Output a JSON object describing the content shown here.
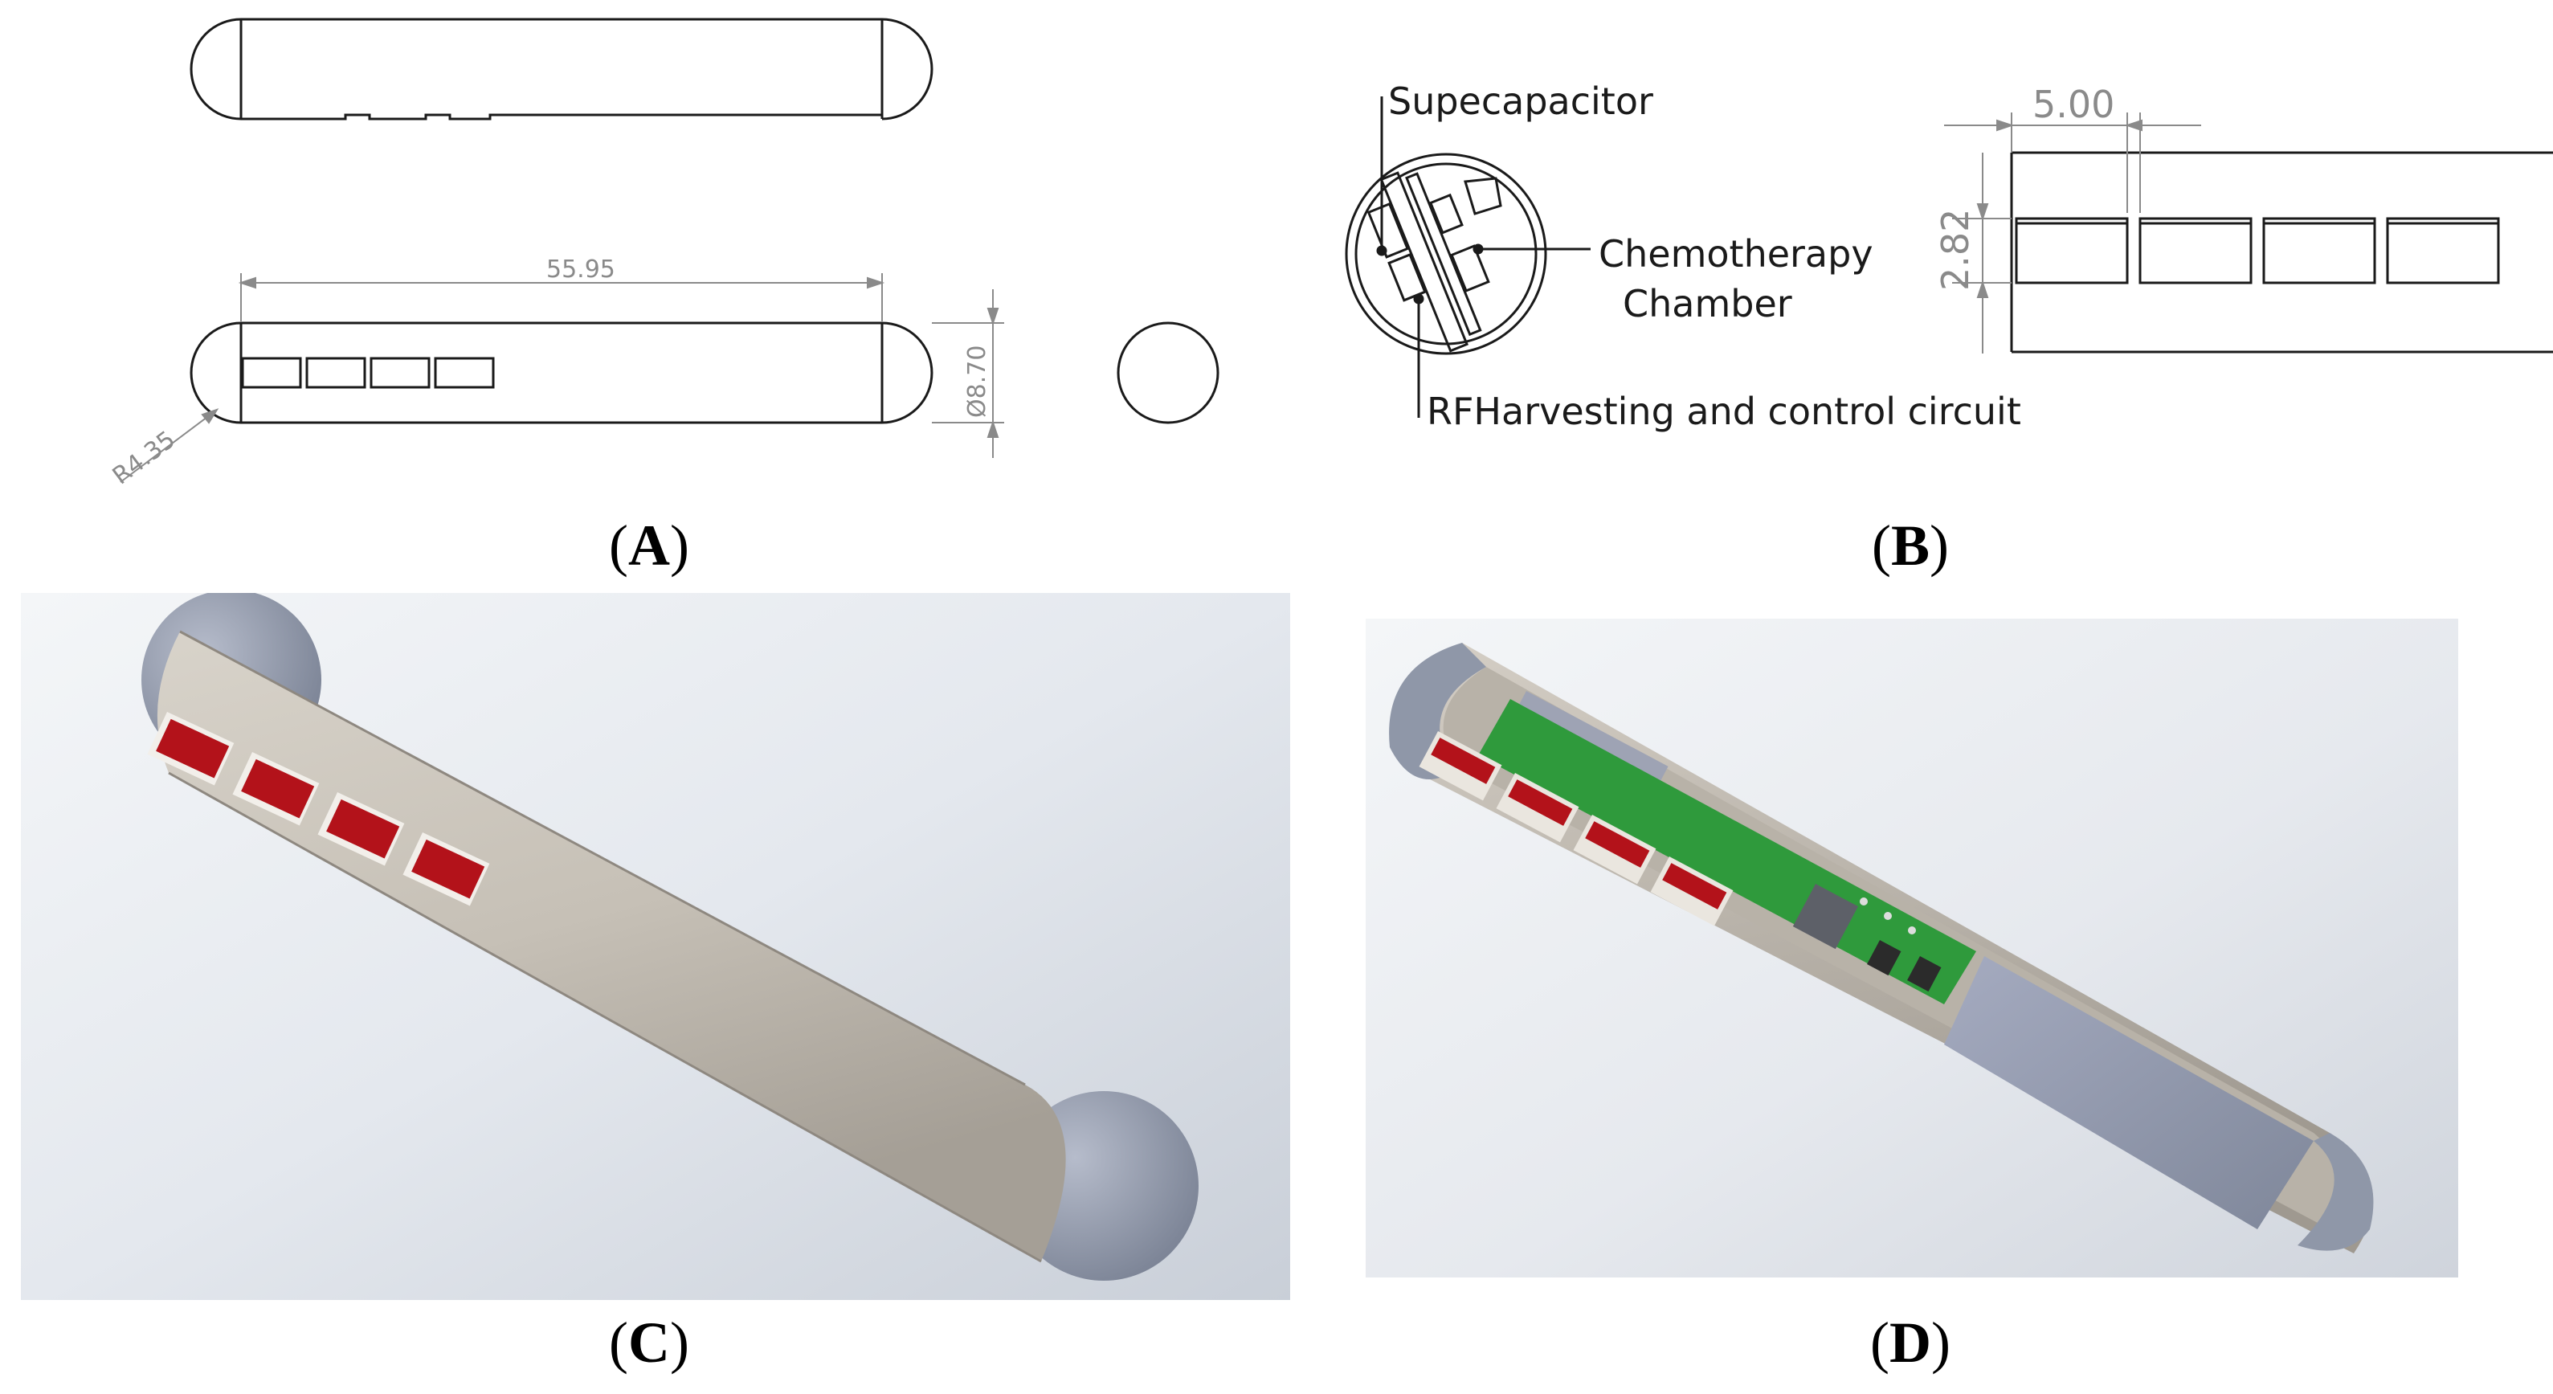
{
  "panels": {
    "A": {
      "caption_letter": "A",
      "dim_length": "55.95",
      "dim_diameter": "Ø8.70",
      "dim_radius": "R4.35"
    },
    "B": {
      "caption_letter": "B",
      "label_supercapacitor": "Supecapacitor",
      "label_chamber_line1": "Chemotherapy",
      "label_chamber_line2": "Chamber",
      "label_circuit": "RFHarvesting and control circuit",
      "dim_pitch": "5.00",
      "dim_height": "2.82"
    },
    "C": {
      "caption_letter": "C"
    },
    "D": {
      "caption_letter": "D"
    }
  },
  "colors": {
    "capsule_body": "#c8c2b8",
    "capsule_cap": "#8f97a8",
    "chamber_red": "#b3121a",
    "pcb_green": "#2f9a3c",
    "line_dark": "#1a1a1a",
    "dimension_gray": "#8a8a8a"
  }
}
